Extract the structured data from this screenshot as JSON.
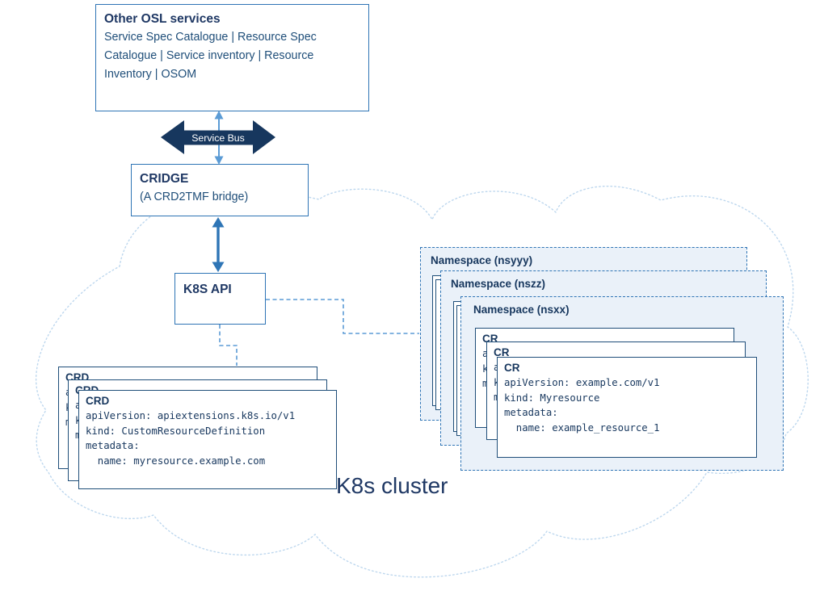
{
  "colors": {
    "text_navy": "#1F3864",
    "box_border_blue": "#2E74B5",
    "card_border_blue": "#1F4E79",
    "connector_blue": "#5B9BD5",
    "service_bus_navy": "#17375E",
    "namespace_fill": "#EAF1F9",
    "cloud_dotted_blue": "#BDD7EE"
  },
  "osl_box": {
    "title": "Other OSL services",
    "services": "Service Spec Catalogue | Resource Spec Catalogue | Service inventory | Resource Inventory | OSOM"
  },
  "service_bus": {
    "label": "Service Bus"
  },
  "cridge_box": {
    "title": "CRIDGE",
    "subtitle": "(A CRD2TMF bridge)"
  },
  "k8s_api_box": {
    "title": "K8S API"
  },
  "cluster": {
    "label": "K8s cluster"
  },
  "crd_stack": {
    "title": "CRD",
    "lines": [
      "apiVersion: apiextensions.k8s.io/v1",
      "kind: CustomResourceDefinition",
      "metadata:",
      "  name: myresource.example.com"
    ]
  },
  "cr_stack": {
    "title": "CR",
    "lines": [
      "apiVersion: example.com/v1",
      "kind: Myresource",
      "metadata:",
      "  name: example_resource_1"
    ]
  },
  "namespaces": [
    {
      "label": "Namespace (nsyyy)"
    },
    {
      "label": "Namespace (nszz)"
    },
    {
      "label": "Namespace (nsxx)"
    }
  ]
}
